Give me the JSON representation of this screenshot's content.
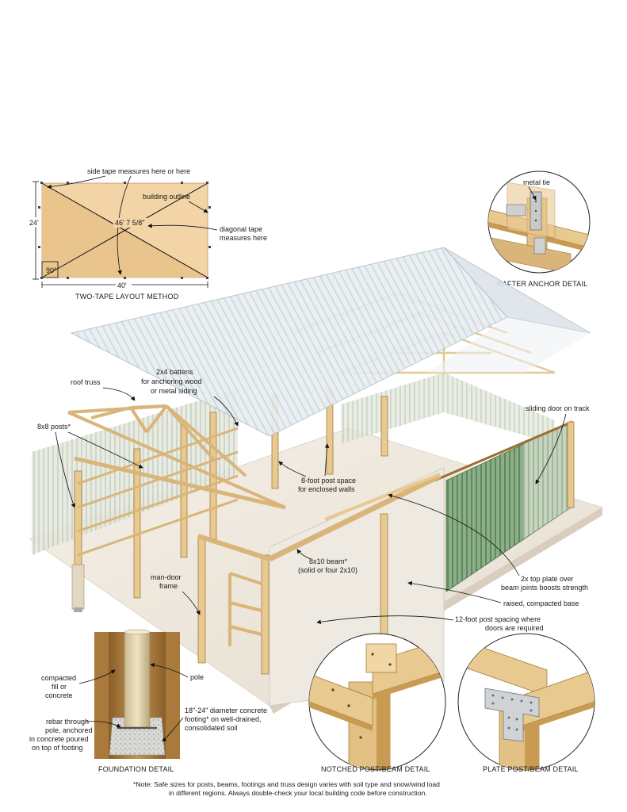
{
  "layout_plan": {
    "labels": {
      "side_tape": "side tape measures here or here",
      "building_outline": "building outline",
      "diagonal_value": "46' 7 5/8\"",
      "diagonal_line1": "diagonal tape",
      "diagonal_line2": "measures here",
      "width": "24'",
      "length": "40'",
      "angle": "90°"
    },
    "caption": "TWO-TAPE LAYOUT METHOD"
  },
  "rafter_anchor": {
    "label": "metal tie",
    "caption": "RAFTER ANCHOR DETAIL"
  },
  "main_labels": {
    "roof_truss": "roof truss",
    "battens_line1": "2x4 battens",
    "battens_line2": "for anchoring wood",
    "battens_line3": "or metal siding",
    "posts": "8x8 posts*",
    "sliding_door": "sliding door on track",
    "post_space_line1": "8-foot post space",
    "post_space_line2": "for enclosed walls",
    "beam_line1": "8x10 beam*",
    "beam_line2": "(solid or four 2x10)",
    "man_door_line1": "man-door",
    "man_door_line2": "frame",
    "top_plate_line1": "2x top plate over",
    "top_plate_line2": "beam joints boosts strength",
    "base": "raised, compacted base",
    "spacing_line1": "12-foot post spacing where",
    "spacing_line2": "doors are required"
  },
  "foundation": {
    "fill_line1": "compacted",
    "fill_line2": "fill or",
    "fill_line3": "concrete",
    "pole": "pole",
    "rebar_line1": "rebar through",
    "rebar_line2": "pole, anchored",
    "rebar_line3": "in concrete poured",
    "rebar_line4": "on top of footing",
    "footing_line1": "18\"-24\" diameter concrete",
    "footing_line2": "footing* on well-drained,",
    "footing_line3": "consolidated soil",
    "caption": "FOUNDATION DETAIL"
  },
  "notched": {
    "caption": "NOTCHED POST/BEAM DETAIL"
  },
  "plate": {
    "caption": "PLATE POST/BEAM DETAIL"
  },
  "footnote": {
    "line1": "*Note: Safe sizes for posts, beams, footings and truss design varies with soil type and snow/wind load",
    "line2": "in different regions. Always double-check your local building code before construction."
  },
  "colors": {
    "wood": "#e8c98f",
    "wood_dark": "#c89a52",
    "wood_edge": "#9a6e2e",
    "siding_green": "#7fa37c",
    "siding_light": "#dde3d3",
    "roof": "#dfe6ea",
    "slab": "#efe7dc",
    "plan_fill": "#f2d4a6",
    "soil": "#a97a3c"
  }
}
